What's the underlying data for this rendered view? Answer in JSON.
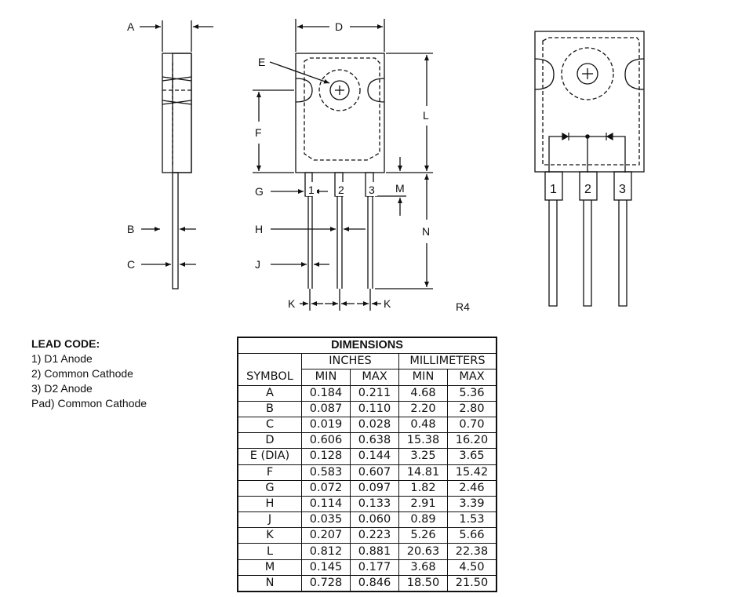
{
  "drawing": {
    "side_labels": [
      "A",
      "B",
      "C"
    ],
    "front_labels": [
      "D",
      "E",
      "F",
      "G",
      "H",
      "J",
      "K",
      "K",
      "L",
      "M",
      "N"
    ],
    "front_pin_numbers": [
      "1",
      "2",
      "3"
    ],
    "back_pin_numbers": [
      "1",
      "2",
      "3"
    ],
    "revision": "R4"
  },
  "lead_code": {
    "title": "LEAD CODE:",
    "items": [
      "1) D1 Anode",
      "2) Common Cathode",
      "3) D2 Anode",
      "Pad) Common Cathode"
    ]
  },
  "table": {
    "title": "DIMENSIONS",
    "group_inches": "INCHES",
    "group_mm": "MILLIMETERS",
    "col_symbol": "SYMBOL",
    "col_min": "MIN",
    "col_max": "MAX",
    "rows": [
      {
        "symbol": "A",
        "in_min": "0.184",
        "in_max": "0.211",
        "mm_min": "4.68",
        "mm_max": "5.36"
      },
      {
        "symbol": "B",
        "in_min": "0.087",
        "in_max": "0.110",
        "mm_min": "2.20",
        "mm_max": "2.80"
      },
      {
        "symbol": "C",
        "in_min": "0.019",
        "in_max": "0.028",
        "mm_min": "0.48",
        "mm_max": "0.70"
      },
      {
        "symbol": "D",
        "in_min": "0.606",
        "in_max": "0.638",
        "mm_min": "15.38",
        "mm_max": "16.20"
      },
      {
        "symbol": "E (DIA)",
        "in_min": "0.128",
        "in_max": "0.144",
        "mm_min": "3.25",
        "mm_max": "3.65"
      },
      {
        "symbol": "F",
        "in_min": "0.583",
        "in_max": "0.607",
        "mm_min": "14.81",
        "mm_max": "15.42"
      },
      {
        "symbol": "G",
        "in_min": "0.072",
        "in_max": "0.097",
        "mm_min": "1.82",
        "mm_max": "2.46"
      },
      {
        "symbol": "H",
        "in_min": "0.114",
        "in_max": "0.133",
        "mm_min": "2.91",
        "mm_max": "3.39"
      },
      {
        "symbol": "J",
        "in_min": "0.035",
        "in_max": "0.060",
        "mm_min": "0.89",
        "mm_max": "1.53"
      },
      {
        "symbol": "K",
        "in_min": "0.207",
        "in_max": "0.223",
        "mm_min": "5.26",
        "mm_max": "5.66"
      },
      {
        "symbol": "L",
        "in_min": "0.812",
        "in_max": "0.881",
        "mm_min": "20.63",
        "mm_max": "22.38"
      },
      {
        "symbol": "M",
        "in_min": "0.145",
        "in_max": "0.177",
        "mm_min": "3.68",
        "mm_max": "4.50"
      },
      {
        "symbol": "N",
        "in_min": "0.728",
        "in_max": "0.846",
        "mm_min": "18.50",
        "mm_max": "21.50"
      }
    ]
  }
}
